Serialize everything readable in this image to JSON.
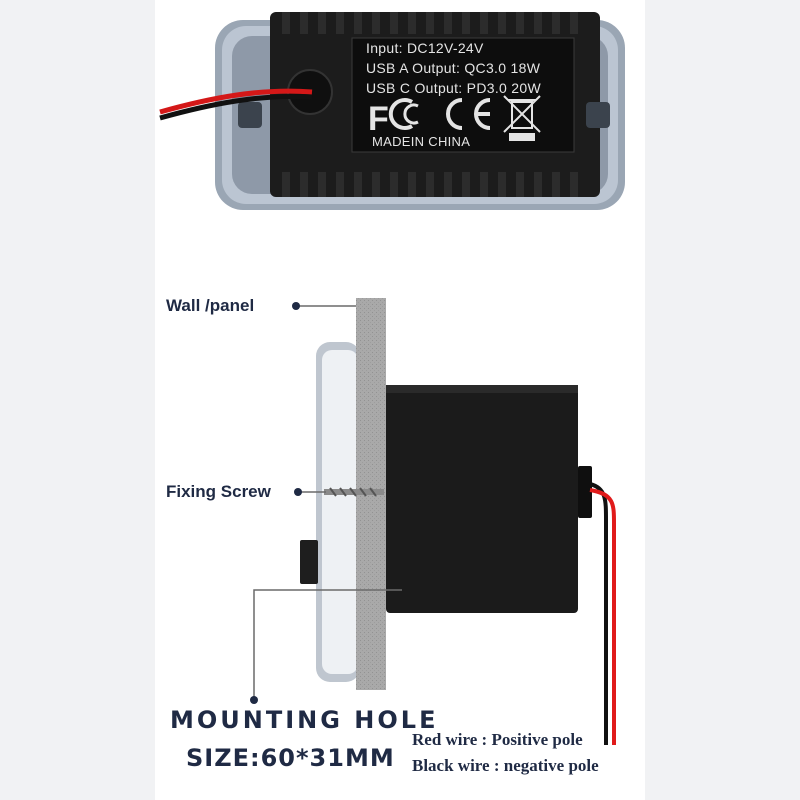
{
  "product_label": {
    "input": "Input: DC12V-24V",
    "usb_a": "USB A Output: QC3.0 18W",
    "usb_c": "USB C Output: PD3.0 20W",
    "fcc_mark": "FC",
    "ce_mark": "CE",
    "origin": "MADEIN CHINA",
    "icons": [
      "fcc-logo-icon",
      "ce-mark-icon",
      "weee-bin-icon"
    ]
  },
  "callouts": {
    "wall_panel": "Wall /panel",
    "fixing_screw": "Fixing Screw"
  },
  "mounting": {
    "title": "MOUNTING HOLE",
    "size": "SIZE:60*31MM"
  },
  "wires": {
    "red_key": "Red wire :",
    "red_value": "Positive pole",
    "black_key": "Black wire :",
    "black_value": "negative pole"
  },
  "colors": {
    "text_navy": "#1f2a44",
    "wire_red": "#e01a1a",
    "wire_black": "#111111",
    "panel_gray": "#a9a9a9",
    "module_black": "#1b1b1b"
  }
}
